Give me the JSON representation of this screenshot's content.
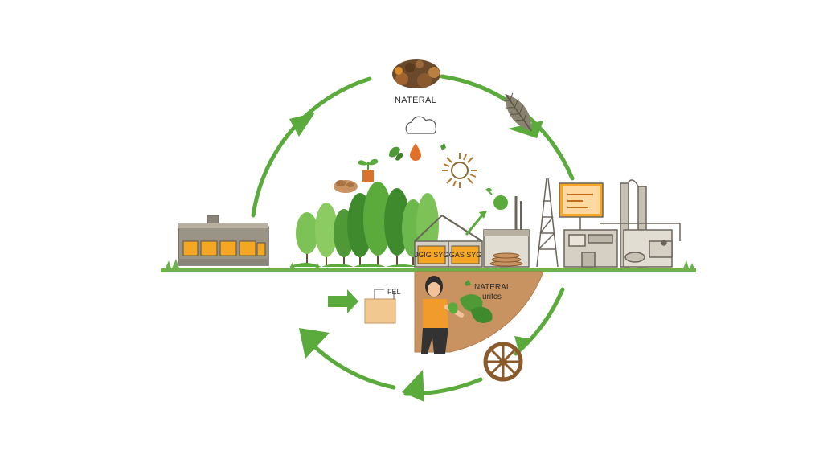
{
  "labels": {
    "top": "NATERAL",
    "middle_line1": "NATERAL",
    "middle_line2": "uritcs",
    "tag": "FEL",
    "panel_a": "JGIG SYG",
    "panel_b": "GAS SYG"
  },
  "colors": {
    "cycle_green": "#5aaa3c",
    "ground_green": "#6db24a",
    "tree_dark": "#4f9a36",
    "tree_light": "#7cc257",
    "orange": "#f19b2c",
    "soil_brown": "#c89361",
    "machine_gray": "#d5d0c3",
    "wheel_brown": "#8b5a2b"
  },
  "icons": [
    "pile-icon",
    "leaf-icon",
    "cloud-icon",
    "sprout-icon",
    "droplet-icon",
    "sun-icon",
    "wood-pile-icon",
    "box-icon",
    "wheel-icon",
    "person-icon"
  ]
}
